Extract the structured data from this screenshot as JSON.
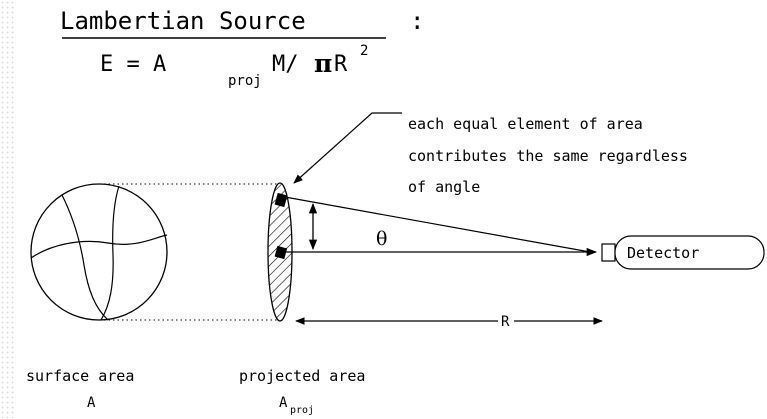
{
  "title": {
    "heading": "Lambertian Source",
    "colon": ":",
    "eq_lhs": "E = A",
    "eq_sub": "proj",
    "eq_rhs": "M/",
    "eq_pi": "π",
    "eq_r": "R",
    "eq_sup": "2"
  },
  "annotation": {
    "line1": "each equal element of area",
    "line2": "contributes the same regardless",
    "line3": "of angle"
  },
  "labels": {
    "theta": "θ",
    "detector": "Detector",
    "distance": "R",
    "surface_area": "surface area",
    "surface_symbol": "A",
    "projected_area": "projected area",
    "projected_symbol": "A",
    "projected_sub": "proj"
  }
}
